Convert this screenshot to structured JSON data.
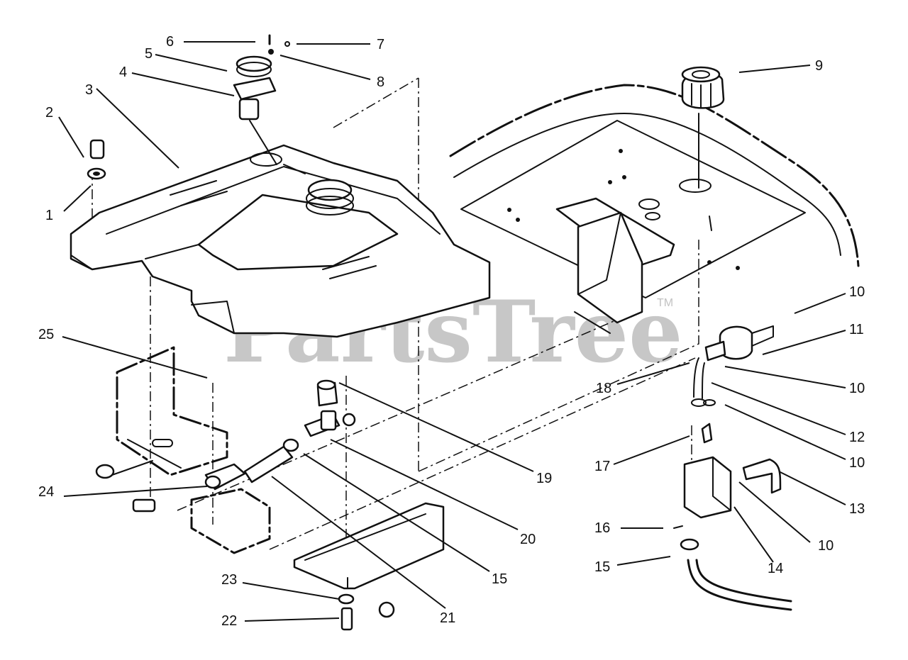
{
  "watermark": {
    "text": "PartsTree",
    "trademark": "TM"
  },
  "labels": [
    {
      "id": "1",
      "text": "1"
    },
    {
      "id": "2",
      "text": "2"
    },
    {
      "id": "3",
      "text": "3"
    },
    {
      "id": "4",
      "text": "4"
    },
    {
      "id": "5",
      "text": "5"
    },
    {
      "id": "6",
      "text": "6"
    },
    {
      "id": "7",
      "text": "7"
    },
    {
      "id": "8",
      "text": "8"
    },
    {
      "id": "9",
      "text": "9"
    },
    {
      "id": "10a",
      "text": "10"
    },
    {
      "id": "11",
      "text": "11"
    },
    {
      "id": "10b",
      "text": "10"
    },
    {
      "id": "18",
      "text": "18"
    },
    {
      "id": "12",
      "text": "12"
    },
    {
      "id": "10c",
      "text": "10"
    },
    {
      "id": "17",
      "text": "17"
    },
    {
      "id": "13",
      "text": "13"
    },
    {
      "id": "10d",
      "text": "10"
    },
    {
      "id": "16",
      "text": "16"
    },
    {
      "id": "14",
      "text": "14"
    },
    {
      "id": "15a",
      "text": "15"
    },
    {
      "id": "19",
      "text": "19"
    },
    {
      "id": "20",
      "text": "20"
    },
    {
      "id": "15b",
      "text": "15"
    },
    {
      "id": "21",
      "text": "21"
    },
    {
      "id": "22",
      "text": "22"
    },
    {
      "id": "23",
      "text": "23"
    },
    {
      "id": "24",
      "text": "24"
    },
    {
      "id": "25",
      "text": "25"
    }
  ],
  "colors": {
    "ink": "#111111",
    "paper": "#ffffff",
    "watermark": "#9a9a9a"
  }
}
